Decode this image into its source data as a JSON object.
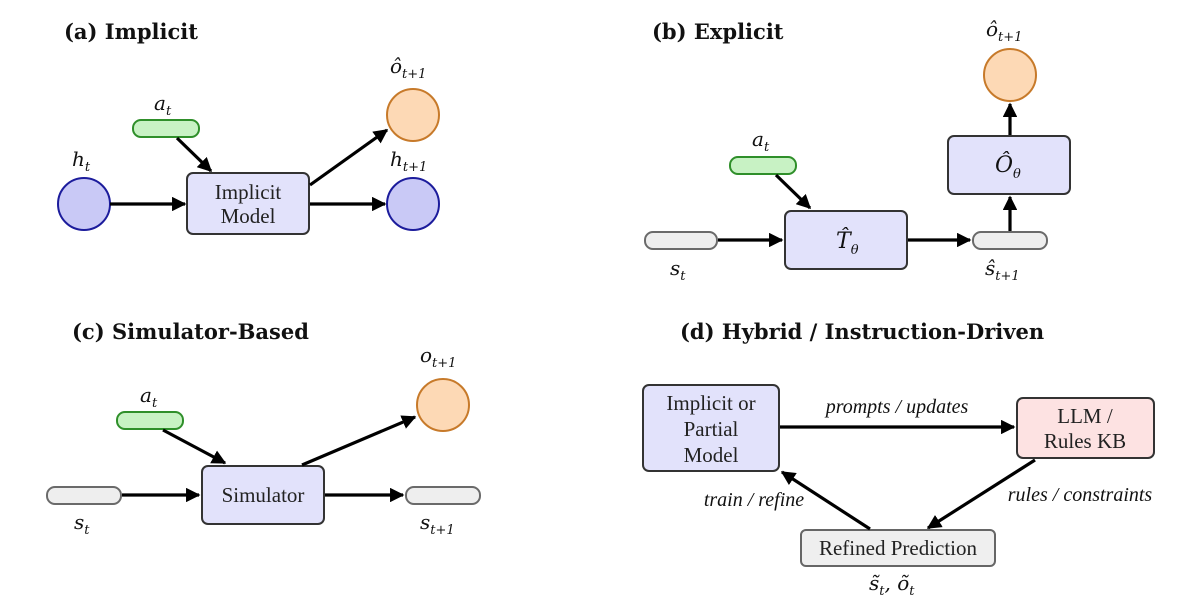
{
  "panels": {
    "a": {
      "title": "(a) Implicit",
      "labels": {
        "a_t": [
          "a",
          "t"
        ],
        "h_t": [
          "h",
          "t"
        ],
        "h_t1": [
          "h",
          "t+1"
        ],
        "o_t1": [
          "ô",
          "t+1"
        ]
      },
      "model_lines": [
        "Implicit",
        "Model"
      ]
    },
    "b": {
      "title": "(b) Explicit",
      "labels": {
        "a_t": [
          "a",
          "t"
        ],
        "s_t": [
          "s",
          "t"
        ],
        "s_t1": [
          "ŝ",
          "t+1"
        ],
        "o_t1": [
          "ô",
          "t+1"
        ]
      },
      "transition": [
        "T̂",
        "θ"
      ],
      "observation": [
        "Ô",
        "θ"
      ]
    },
    "c": {
      "title": "(c) Simulator-Based",
      "labels": {
        "a_t": [
          "a",
          "t"
        ],
        "s_t": [
          "s",
          "t"
        ],
        "s_t1": [
          "s",
          "t+1"
        ],
        "o_t1": [
          "o",
          "t+1"
        ]
      },
      "simulator": "Simulator"
    },
    "d": {
      "title": "(d) Hybrid / Instruction-Driven",
      "model_lines": [
        "Implicit or",
        "Partial",
        "Model"
      ],
      "kb_lines": [
        "LLM /",
        "Rules KB"
      ],
      "prediction": "Refined Prediction",
      "edge_prompts": "prompts / updates",
      "edge_rules": "rules / constraints",
      "edge_train": "train / refine",
      "pred_vars": {
        "s": "s̃",
        "s_sub": "t",
        "o": "õ",
        "o_sub": "t",
        "sep": ", "
      }
    }
  }
}
